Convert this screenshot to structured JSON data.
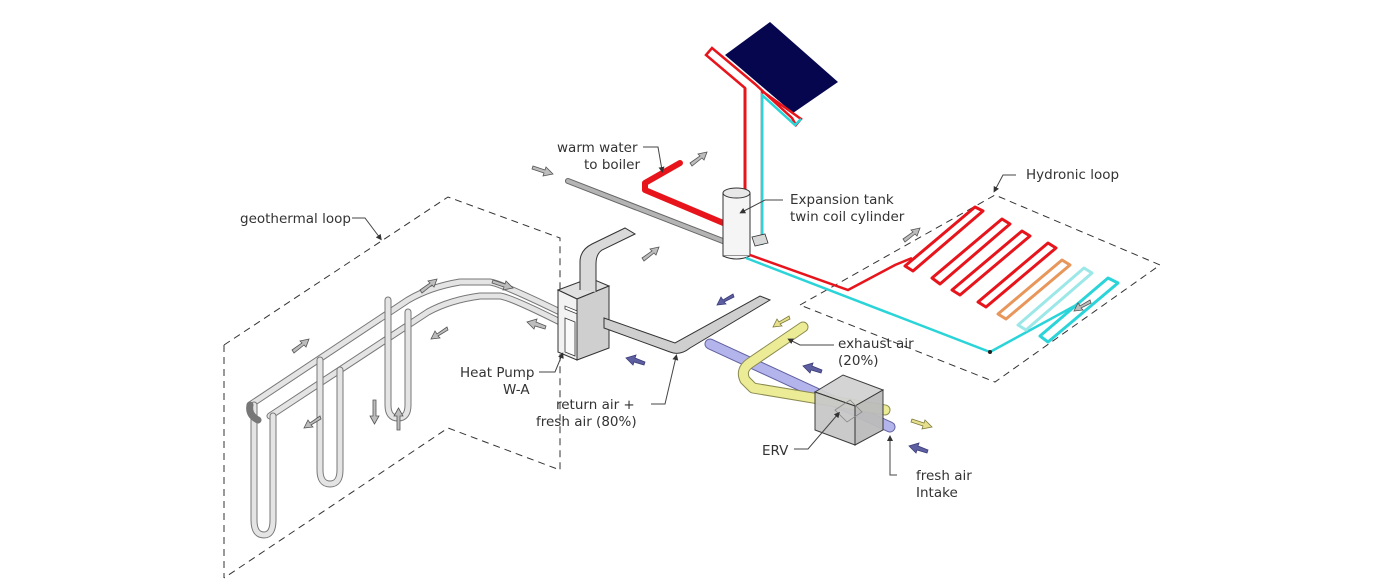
{
  "diagram": {
    "labels": {
      "warm_water": [
        "warm water",
        "to boiler"
      ],
      "expansion_tank": [
        "Expansion tank",
        "twin coil cylinder"
      ],
      "hydronic_loop": "Hydronic loop",
      "geothermal_loop": "geothermal loop",
      "heat_pump": [
        "Heat Pump",
        "W-A"
      ],
      "return_air": [
        "return air +",
        "fresh air (80%)"
      ],
      "exhaust_air": [
        "exhaust air",
        "(20%)"
      ],
      "erv": "ERV",
      "fresh_air_intake": [
        "fresh air",
        "Intake"
      ]
    },
    "colors": {
      "hot_water": "#e8141c",
      "cold_water": "#2ad4d8",
      "solar_panel": "#06064e",
      "exhaust_duct": "#ecec96",
      "fresh_duct": "#b4b4ec",
      "ground_pipe": "#d8d8d8",
      "duct_gray": "#c8c8c8"
    }
  }
}
